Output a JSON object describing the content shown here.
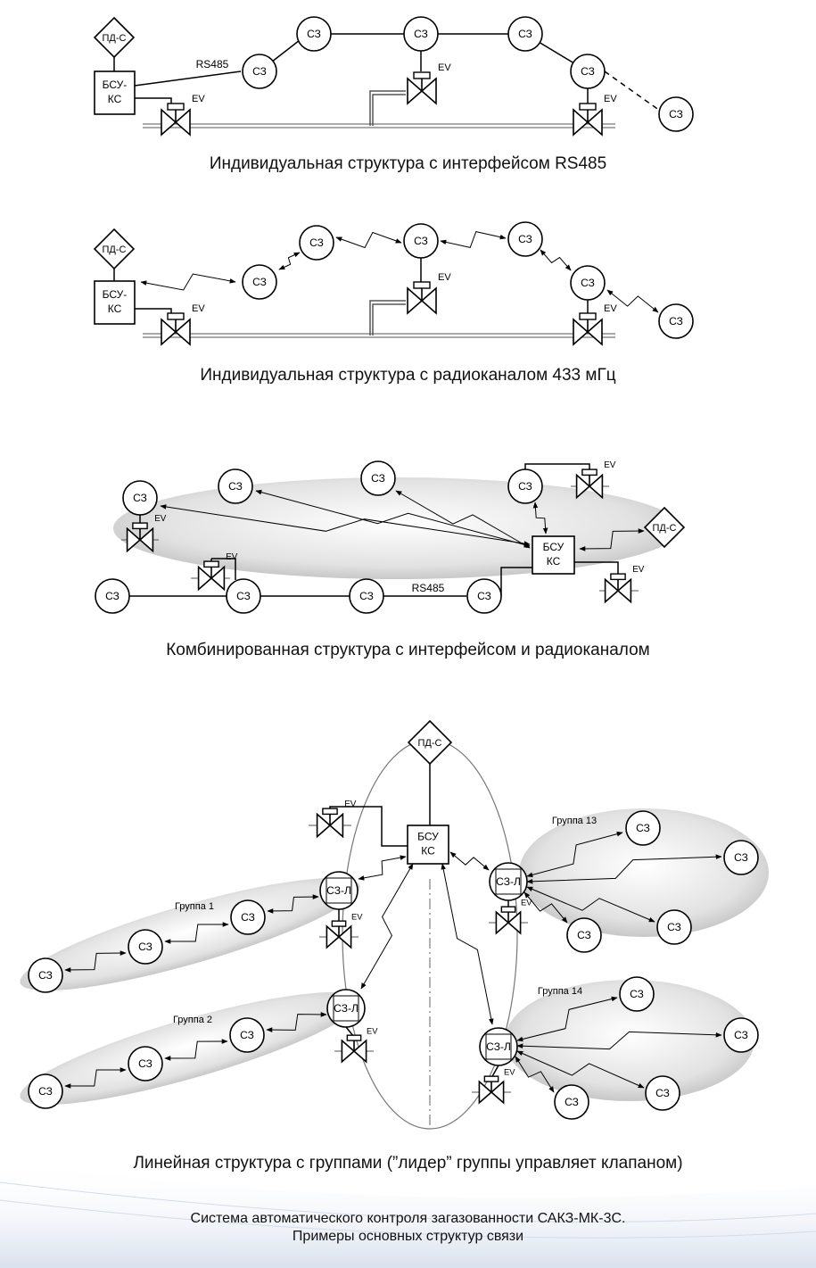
{
  "labels": {
    "sensor": "СЗ",
    "leader": "СЗ-Л",
    "controller_a": "БСУ-",
    "controller_b": "КС",
    "controller_c": "БСУ",
    "panel": "ПД-С",
    "valve": "EV",
    "bus": "RS485",
    "group1": "Группа 1",
    "group2": "Группа 2",
    "group13": "Группа 13",
    "group14": "Группа 14"
  },
  "captions": {
    "s1": "Индивидуальная структура с интерфейсом RS485",
    "s2": "Индивидуальная структура с радиоканалом 433 мГц",
    "s3": "Комбинированная структура с интерфейсом и радиоканалом",
    "s4": "Линейная структура с группами (”лидер” группы управляет клапаном)"
  },
  "footer": {
    "line1": "Система автоматического контроля загазованности САКЗ-МК-3С.",
    "line2": "Примеры основных структур связи"
  }
}
